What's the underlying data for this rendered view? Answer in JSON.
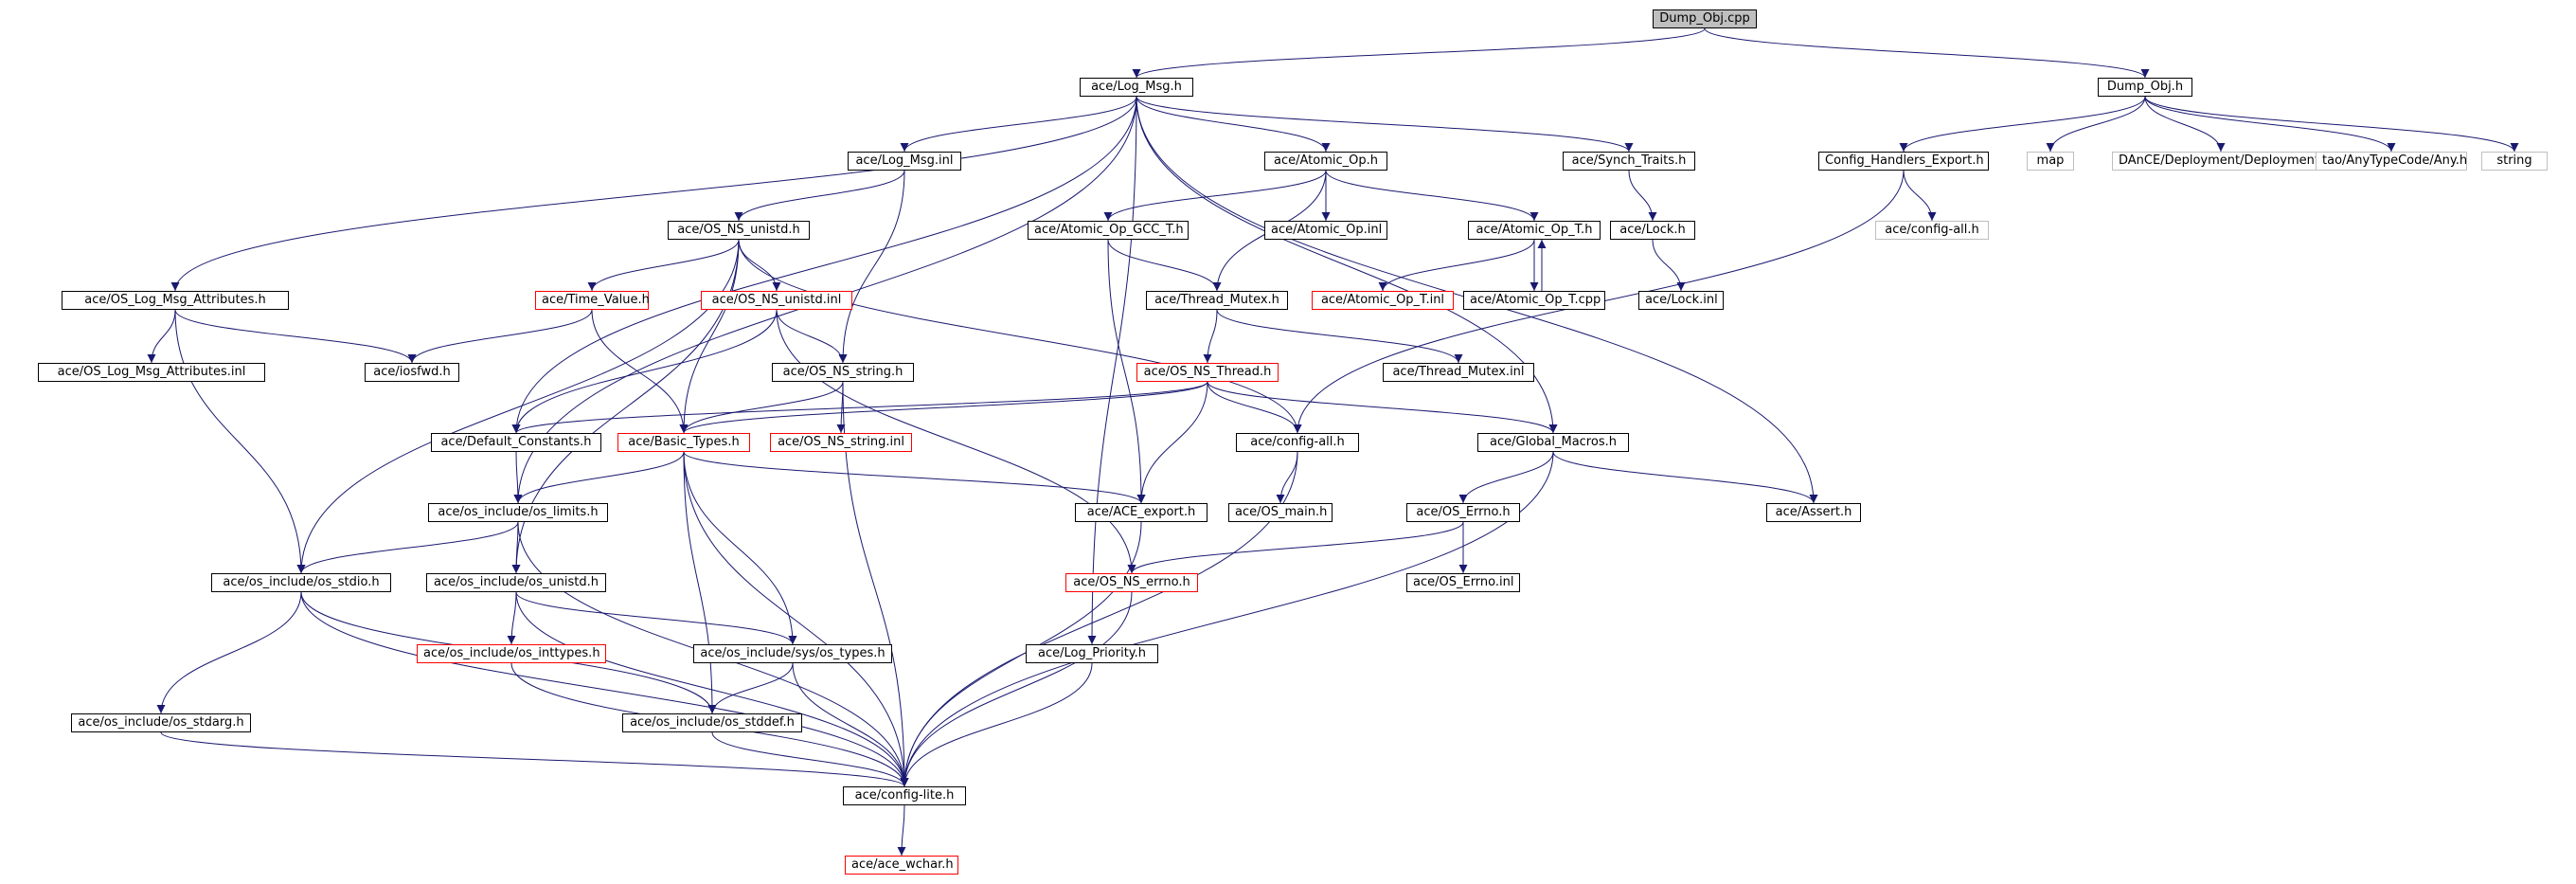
{
  "nodes": [
    {
      "id": "dumpcpp",
      "label": "Dump_Obj.cpp",
      "style": "root"
    },
    {
      "id": "logmsg",
      "label": "ace/Log_Msg.h",
      "style": "normal"
    },
    {
      "id": "dumph",
      "label": "Dump_Obj.h",
      "style": "normal"
    },
    {
      "id": "logmsginl",
      "label": "ace/Log_Msg.inl",
      "style": "normal"
    },
    {
      "id": "atomicop",
      "label": "ace/Atomic_Op.h",
      "style": "normal"
    },
    {
      "id": "synchtraits",
      "label": "ace/Synch_Traits.h",
      "style": "normal"
    },
    {
      "id": "confighe",
      "label": "Config_Handlers_Export.h",
      "style": "normal"
    },
    {
      "id": "map",
      "label": "map",
      "style": "ghost"
    },
    {
      "id": "dance",
      "label": "DAnCE/Deployment/DeploymentC.h",
      "style": "ghost"
    },
    {
      "id": "taoany",
      "label": "tao/AnyTypeCode/Any.h",
      "style": "ghost"
    },
    {
      "id": "string",
      "label": "string",
      "style": "ghost"
    },
    {
      "id": "osnsunistdh",
      "label": "ace/OS_NS_unistd.h",
      "style": "normal"
    },
    {
      "id": "atomicgcc",
      "label": "ace/Atomic_Op_GCC_T.h",
      "style": "normal"
    },
    {
      "id": "atomicinl",
      "label": "ace/Atomic_Op.inl",
      "style": "normal"
    },
    {
      "id": "atomict",
      "label": "ace/Atomic_Op_T.h",
      "style": "normal"
    },
    {
      "id": "lockh",
      "label": "ace/Lock.h",
      "style": "normal"
    },
    {
      "id": "configallghost",
      "label": "ace/config-all.h",
      "style": "ghost"
    },
    {
      "id": "oslogattr",
      "label": "ace/OS_Log_Msg_Attributes.h",
      "style": "normal"
    },
    {
      "id": "timevalue",
      "label": "ace/Time_Value.h",
      "style": "red"
    },
    {
      "id": "osnsunistdinl",
      "label": "ace/OS_NS_unistd.inl",
      "style": "red"
    },
    {
      "id": "threadmutex",
      "label": "ace/Thread_Mutex.h",
      "style": "normal"
    },
    {
      "id": "atomictinl",
      "label": "ace/Atomic_Op_T.inl",
      "style": "red"
    },
    {
      "id": "atomictcpp",
      "label": "ace/Atomic_Op_T.cpp",
      "style": "normal"
    },
    {
      "id": "lockinl",
      "label": "ace/Lock.inl",
      "style": "normal"
    },
    {
      "id": "oslogattrinl",
      "label": "ace/OS_Log_Msg_Attributes.inl",
      "style": "normal"
    },
    {
      "id": "iosfwd",
      "label": "ace/iosfwd.h",
      "style": "normal"
    },
    {
      "id": "osnsstring",
      "label": "ace/OS_NS_string.h",
      "style": "normal"
    },
    {
      "id": "osnsthread",
      "label": "ace/OS_NS_Thread.h",
      "style": "red"
    },
    {
      "id": "threadmutexinl",
      "label": "ace/Thread_Mutex.inl",
      "style": "normal"
    },
    {
      "id": "defconst",
      "label": "ace/Default_Constants.h",
      "style": "normal"
    },
    {
      "id": "basictypes",
      "label": "ace/Basic_Types.h",
      "style": "red"
    },
    {
      "id": "osnsstringinl",
      "label": "ace/OS_NS_string.inl",
      "style": "red"
    },
    {
      "id": "configall",
      "label": "ace/config-all.h",
      "style": "normal"
    },
    {
      "id": "globalmacros",
      "label": "ace/Global_Macros.h",
      "style": "normal"
    },
    {
      "id": "oslimits",
      "label": "ace/os_include/os_limits.h",
      "style": "normal"
    },
    {
      "id": "aceexport",
      "label": "ace/ACE_export.h",
      "style": "normal"
    },
    {
      "id": "osmain",
      "label": "ace/OS_main.h",
      "style": "normal"
    },
    {
      "id": "oserrno",
      "label": "ace/OS_Errno.h",
      "style": "normal"
    },
    {
      "id": "assert",
      "label": "ace/Assert.h",
      "style": "normal"
    },
    {
      "id": "osstdio",
      "label": "ace/os_include/os_stdio.h",
      "style": "normal"
    },
    {
      "id": "osunistd",
      "label": "ace/os_include/os_unistd.h",
      "style": "normal"
    },
    {
      "id": "osnserrno",
      "label": "ace/OS_NS_errno.h",
      "style": "red"
    },
    {
      "id": "oserrnoinl",
      "label": "ace/OS_Errno.inl",
      "style": "normal"
    },
    {
      "id": "osinttypes",
      "label": "ace/os_include/os_inttypes.h",
      "style": "red"
    },
    {
      "id": "systypes",
      "label": "ace/os_include/sys/os_types.h",
      "style": "normal"
    },
    {
      "id": "logpriority",
      "label": "ace/Log_Priority.h",
      "style": "normal"
    },
    {
      "id": "osstdarg",
      "label": "ace/os_include/os_stdarg.h",
      "style": "normal"
    },
    {
      "id": "osstddef",
      "label": "ace/os_include/os_stddef.h",
      "style": "normal"
    },
    {
      "id": "configlite",
      "label": "ace/config-lite.h",
      "style": "normal"
    },
    {
      "id": "acewchar",
      "label": "ace/ace_wchar.h",
      "style": "red"
    }
  ],
  "edges": [
    [
      "dumpcpp",
      "logmsg"
    ],
    [
      "dumpcpp",
      "dumph"
    ],
    [
      "logmsg",
      "logmsginl"
    ],
    [
      "logmsg",
      "atomicop"
    ],
    [
      "logmsg",
      "synchtraits"
    ],
    [
      "logmsg",
      "oslogattr"
    ],
    [
      "logmsg",
      "defconst"
    ],
    [
      "logmsg",
      "oslimits"
    ],
    [
      "logmsg",
      "logpriority"
    ],
    [
      "logmsg",
      "globalmacros"
    ],
    [
      "logmsg",
      "assert"
    ],
    [
      "dumph",
      "confighe"
    ],
    [
      "dumph",
      "map"
    ],
    [
      "dumph",
      "dance"
    ],
    [
      "dumph",
      "taoany"
    ],
    [
      "dumph",
      "string"
    ],
    [
      "confighe",
      "configallghost"
    ],
    [
      "confighe",
      "configall"
    ],
    [
      "logmsginl",
      "osnsunistdh"
    ],
    [
      "logmsginl",
      "osnsstring"
    ],
    [
      "atomicop",
      "atomicgcc"
    ],
    [
      "atomicop",
      "atomicinl"
    ],
    [
      "atomicop",
      "atomict"
    ],
    [
      "atomicop",
      "threadmutex"
    ],
    [
      "synchtraits",
      "lockh"
    ],
    [
      "lockh",
      "lockinl"
    ],
    [
      "atomicgcc",
      "threadmutex"
    ],
    [
      "atomicgcc",
      "aceexport"
    ],
    [
      "atomict",
      "atomictinl"
    ],
    [
      "atomict",
      "atomictcpp"
    ],
    [
      "atomictcpp",
      "atomict"
    ],
    [
      "osnsunistdh",
      "timevalue"
    ],
    [
      "osnsunistdh",
      "osnsunistdinl"
    ],
    [
      "osnsunistdh",
      "basictypes"
    ],
    [
      "osnsunistdh",
      "configall"
    ],
    [
      "osnsunistdh",
      "osstdio"
    ],
    [
      "osnsunistdh",
      "osunistd"
    ],
    [
      "oslogattr",
      "oslogattrinl"
    ],
    [
      "oslogattr",
      "iosfwd"
    ],
    [
      "oslogattr",
      "osstdio"
    ],
    [
      "timevalue",
      "iosfwd"
    ],
    [
      "timevalue",
      "basictypes"
    ],
    [
      "osnsunistdinl",
      "osnsstring"
    ],
    [
      "osnsunistdinl",
      "defconst"
    ],
    [
      "osnsunistdinl",
      "osnserrno"
    ],
    [
      "threadmutex",
      "osnsthread"
    ],
    [
      "threadmutex",
      "threadmutexinl"
    ],
    [
      "osnsstring",
      "basictypes"
    ],
    [
      "osnsstring",
      "osnsstringinl"
    ],
    [
      "osnsstring",
      "configlite"
    ],
    [
      "osnsthread",
      "defconst"
    ],
    [
      "osnsthread",
      "basictypes"
    ],
    [
      "osnsthread",
      "configall"
    ],
    [
      "osnsthread",
      "globalmacros"
    ],
    [
      "osnsthread",
      "aceexport"
    ],
    [
      "defconst",
      "oslimits"
    ],
    [
      "basictypes",
      "oslimits"
    ],
    [
      "basictypes",
      "aceexport"
    ],
    [
      "basictypes",
      "systypes"
    ],
    [
      "basictypes",
      "osstddef"
    ],
    [
      "basictypes",
      "configlite"
    ],
    [
      "configall",
      "osmain"
    ],
    [
      "configall",
      "configlite"
    ],
    [
      "globalmacros",
      "oserrno"
    ],
    [
      "globalmacros",
      "assert"
    ],
    [
      "globalmacros",
      "configlite"
    ],
    [
      "oslimits",
      "osstdio"
    ],
    [
      "oslimits",
      "osunistd"
    ],
    [
      "oslimits",
      "configlite"
    ],
    [
      "aceexport",
      "configlite"
    ],
    [
      "oserrno",
      "osnserrno"
    ],
    [
      "oserrno",
      "oserrnoinl"
    ],
    [
      "osstdio",
      "osstdarg"
    ],
    [
      "osstdio",
      "osstddef"
    ],
    [
      "osstdio",
      "configlite"
    ],
    [
      "osunistd",
      "osinttypes"
    ],
    [
      "osunistd",
      "systypes"
    ],
    [
      "osunistd",
      "configlite"
    ],
    [
      "osnserrno",
      "configlite"
    ],
    [
      "osinttypes",
      "configlite"
    ],
    [
      "systypes",
      "osstddef"
    ],
    [
      "systypes",
      "configlite"
    ],
    [
      "logpriority",
      "configlite"
    ],
    [
      "osstdarg",
      "configlite"
    ],
    [
      "osstddef",
      "configlite"
    ],
    [
      "configlite",
      "acewchar"
    ]
  ],
  "colors": {
    "edge": "#191970",
    "normal_border": "#000000",
    "red_border": "#ff0000",
    "ghost_border": "#bfbfbf",
    "root_fill": "#bfbfbf"
  }
}
